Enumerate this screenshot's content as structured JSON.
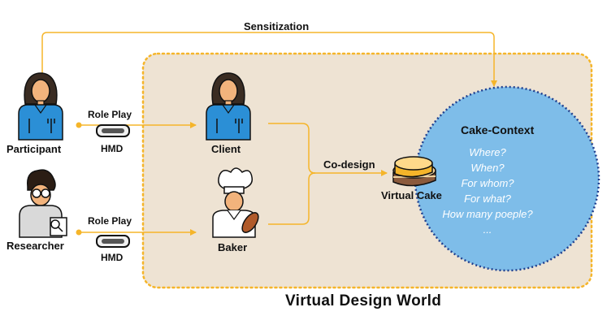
{
  "diagram": {
    "world_title": "Virtual Design World",
    "sensitization_label": "Sensitization",
    "codesign_label": "Co-design",
    "actors": {
      "participant": "Participant",
      "researcher": "Researcher",
      "client": "Client",
      "baker": "Baker"
    },
    "role_play_top": "Role Play",
    "role_play_bottom": "Role Play",
    "hmd_top": "HMD",
    "hmd_bottom": "HMD",
    "virtual_cake": "Virtual Cake",
    "context": {
      "title": "Cake-Context",
      "questions": [
        "Where?",
        "When?",
        "For whom?",
        "For what?",
        "How many poeple?",
        "..."
      ]
    }
  },
  "colors": {
    "world_fill": "#eee3d3",
    "world_border": "#f5b52a",
    "arrow": "#f5b52a",
    "context_fill": "#7ebde9",
    "context_border": "#1f3f8f",
    "person_shirt": "#2b8fd6",
    "skin": "#f2b37c",
    "hair": "#3a2c22",
    "cake": "#8b5a3c"
  }
}
